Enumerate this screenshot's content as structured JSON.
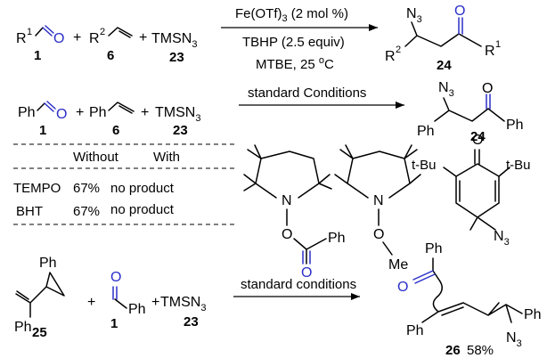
{
  "row1": {
    "aldehyde": {
      "r": "R",
      "r_sup": "1",
      "o": "O",
      "num": "1"
    },
    "plus1": "+",
    "alkene": {
      "r": "R",
      "r_sup": "2",
      "num": "6"
    },
    "plus2": "+",
    "azide": {
      "main": "TMSN",
      "sub": "3",
      "num": "23"
    },
    "arrow_top_main": "Fe(OTf)",
    "arrow_top_sub": "3",
    "arrow_top_rest": " (2 mol %)",
    "arrow_mid": "TBHP (2.5 equiv)",
    "arrow_bot_main": "MTBE, 25 ",
    "arrow_bot_deg": "o",
    "arrow_bot_rest": "C",
    "product": {
      "n3": "N",
      "n3_sub": "3",
      "o": "O",
      "r2": "R",
      "r2_sup": "2",
      "r1": "R",
      "r1_sup": "1",
      "num": "24"
    }
  },
  "row2": {
    "ph1": "Ph",
    "o": "O",
    "num1": "1",
    "plus1": "+",
    "ph2": "Ph",
    "num6": "6",
    "plus2": "+",
    "azide_main": "TMSN",
    "azide_sub": "3",
    "num23": "23",
    "arrow_label": "standard Conditions",
    "product": {
      "n3": "N",
      "n3_sub": "3",
      "o": "O",
      "ph_left": "Ph",
      "ph_right": "Ph",
      "num": "24"
    }
  },
  "table": {
    "headers": [
      "Without",
      "With"
    ],
    "rows": [
      {
        "reagent": "TEMPO",
        "without": "67%",
        "with": "no product"
      },
      {
        "reagent": "BHT",
        "without": "67%",
        "with": "no product"
      }
    ]
  },
  "trapping": {
    "tempo_ester": {
      "n": "N",
      "o1": "O",
      "o2": "O",
      "ph": "Ph"
    },
    "tempo_ome": {
      "n": "N",
      "o": "O",
      "me": "Me"
    },
    "bht_adduct": {
      "o": "O",
      "tbu_left": "t-Bu",
      "tbu_right": "t-Bu",
      "n3": "N",
      "n3_sub": "3"
    }
  },
  "row4": {
    "cyclopropane": {
      "ph_top": "Ph",
      "ph_bottom": "Ph",
      "num": "25"
    },
    "plus1": "+",
    "aldehyde": {
      "o": "O",
      "ph": "Ph",
      "num": "1"
    },
    "plus2": "+",
    "azide_main": "TMSN",
    "azide_sub": "3",
    "num23": "23",
    "arrow_label": "standard conditions",
    "product": {
      "ph_top": "Ph",
      "o": "O",
      "ph_left": "Ph",
      "ph_right": "Ph",
      "n3": "N",
      "n3_sub": "3",
      "num": "26",
      "yield": "58%"
    }
  }
}
